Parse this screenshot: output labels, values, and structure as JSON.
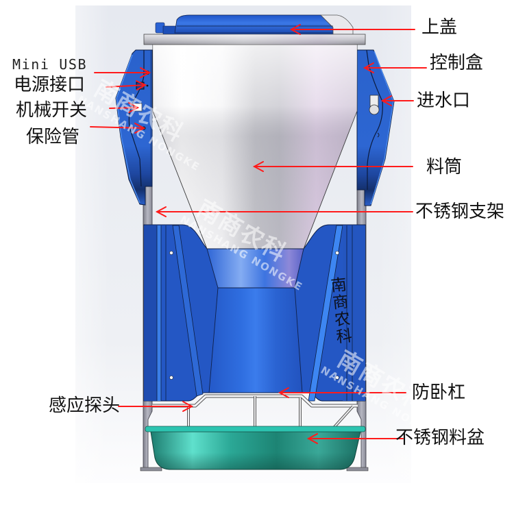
{
  "labels": {
    "top_cover": "上盖",
    "control_box": "控制盒",
    "water_inlet": "进水口",
    "hopper": "料筒",
    "stainless_frame": "不锈钢支架",
    "anti_lying_bar": "防卧杠",
    "stainless_trough": "不锈钢料盆",
    "mini_usb": "Mini USB",
    "power_port": "电源接口",
    "mechanical_switch": "机械开关",
    "fuse": "保险管",
    "sensor_probe": "感应探头"
  },
  "product_text": {
    "brand_vertical": "南商农科"
  },
  "watermark": {
    "cn": "南商农科",
    "en": "NANSHANG NONGKE"
  },
  "colors": {
    "annotation_arrow": "#ff1a1a",
    "body_blue": "#2457c4",
    "lid_blue": "#2a62d4",
    "trough_teal": "#2a9e8c",
    "frame_gray": "#9a9ba6",
    "backdrop": "#e9ecf1"
  }
}
